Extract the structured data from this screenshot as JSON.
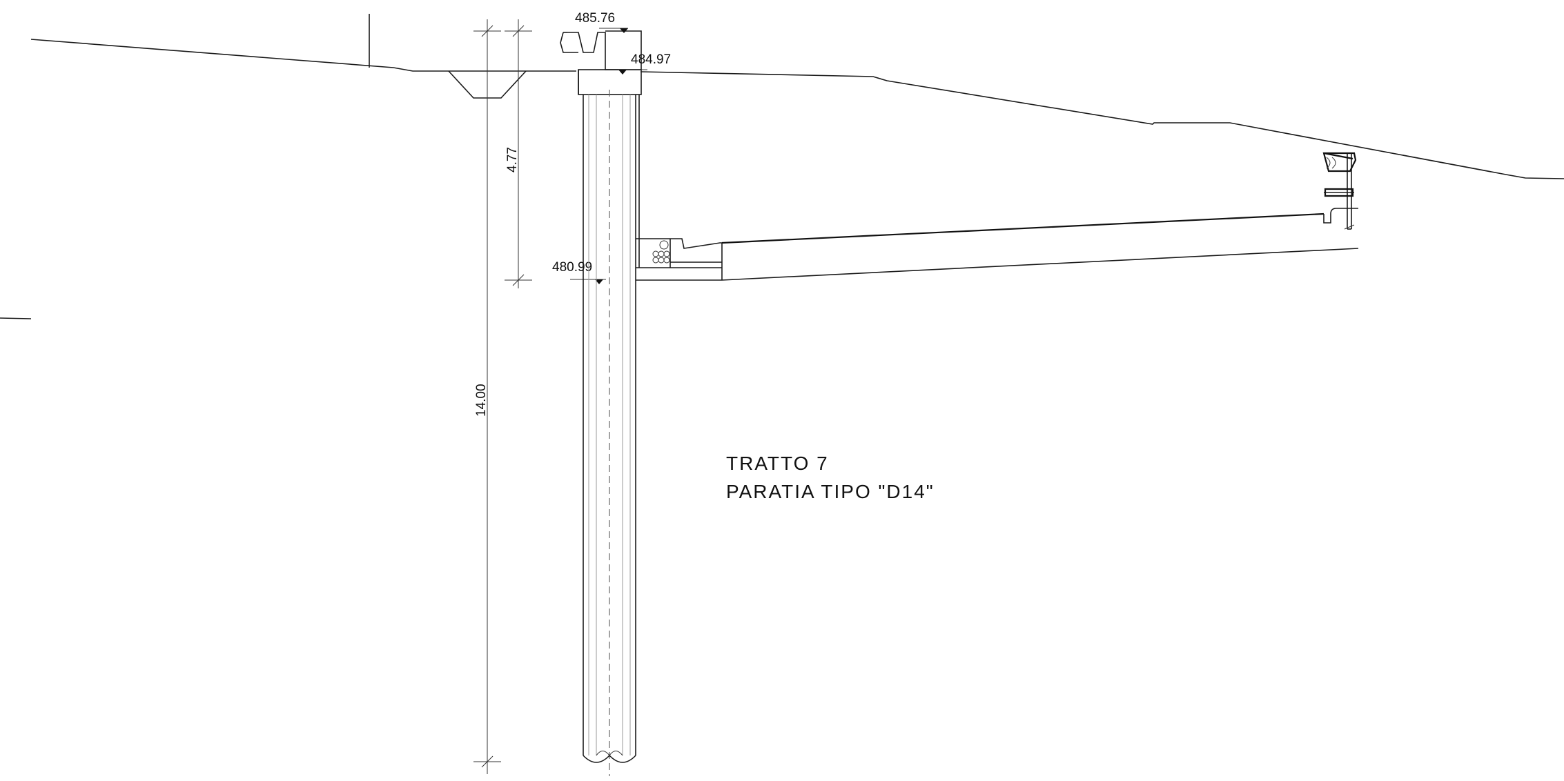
{
  "elevations": {
    "top_of_beam": "485.76",
    "ground_at_wall": "484.97",
    "excavation_bottom": "480.99"
  },
  "dimensions": {
    "excavation_depth": "4.77",
    "pile_length": "14.00"
  },
  "note": {
    "line1": "TRATTO 7",
    "line2": "PARATIA TIPO \"D14\""
  },
  "colors": {
    "line": "#1a1a1a",
    "background": "#ffffff"
  }
}
